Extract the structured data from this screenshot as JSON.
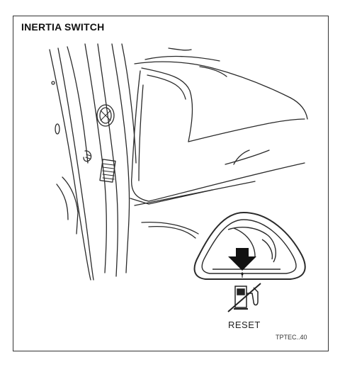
{
  "title": "INERTIA SWITCH",
  "reset_label": "RESET",
  "reference_code": "TPTEC..40",
  "icons": {
    "fuel_pump": "fuel-pump-crossed-icon",
    "push_arrow": "down-arrow-icon"
  },
  "colors": {
    "line": "#2a2a2a",
    "fill_dark": "#111111",
    "border": "#333333"
  }
}
